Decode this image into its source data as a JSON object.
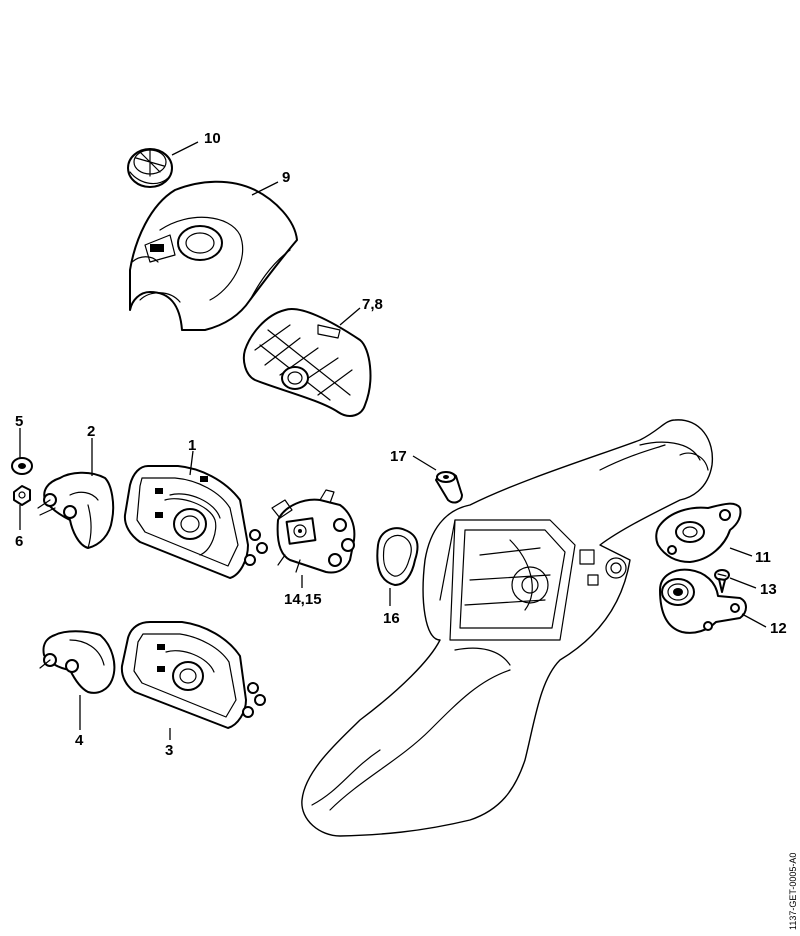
{
  "drawing_code": "1137-GET-0005-A0",
  "callouts": [
    {
      "id": "c1",
      "label": "1"
    },
    {
      "id": "c2",
      "label": "2"
    },
    {
      "id": "c3",
      "label": "3"
    },
    {
      "id": "c4",
      "label": "4"
    },
    {
      "id": "c5",
      "label": "5"
    },
    {
      "id": "c6",
      "label": "6"
    },
    {
      "id": "c78",
      "label": "7,8"
    },
    {
      "id": "c9",
      "label": "9"
    },
    {
      "id": "c10",
      "label": "10"
    },
    {
      "id": "c11",
      "label": "11"
    },
    {
      "id": "c12",
      "label": "12"
    },
    {
      "id": "c13",
      "label": "13"
    },
    {
      "id": "c1415",
      "label": "14,15"
    },
    {
      "id": "c16",
      "label": "16"
    },
    {
      "id": "c17",
      "label": "17"
    }
  ]
}
